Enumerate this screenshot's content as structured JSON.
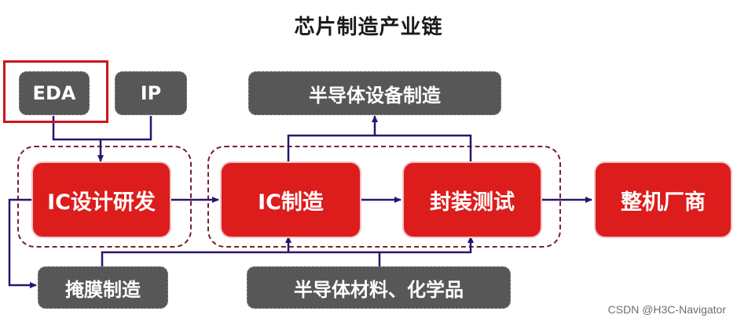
{
  "title": "芯片制造产业链",
  "nodes": {
    "eda": "EDA",
    "ip": "IP",
    "ic_design": "IC设计研发",
    "ic_manufacturing": "IC制造",
    "packaging_testing": "封装测试",
    "oem": "整机厂商",
    "semiconductor_equipment": "半导体设备制造",
    "photomask": "掩膜制造",
    "materials_chemicals": "半导体材料、化学品"
  },
  "highlighted_node": "EDA",
  "colors": {
    "red_box": "#dd1c1c",
    "grey_box": "#575757",
    "arrow": "#2a1470",
    "group_border": "#7a1f2b",
    "highlight": "#c8161d"
  },
  "watermark": "CSDN @H3C-Navigator"
}
